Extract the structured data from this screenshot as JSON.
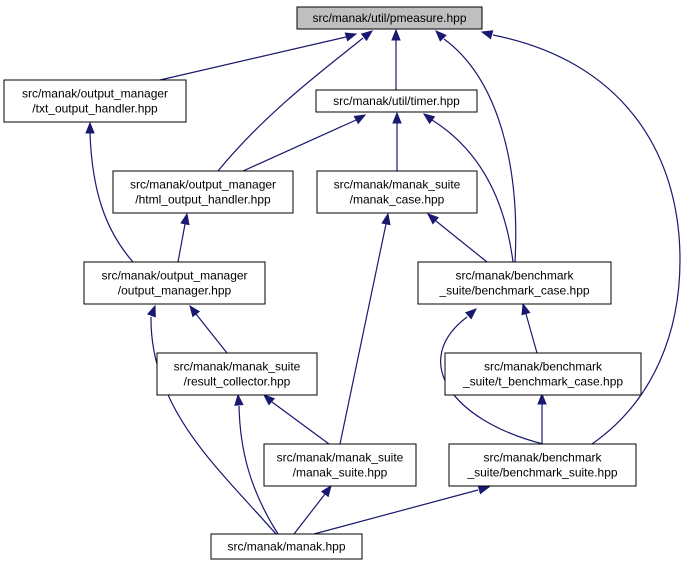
{
  "nodes": [
    {
      "id": "pmeasure",
      "lines": [
        "src/manak/util/pmeasure.hpp"
      ],
      "highlighted": true
    },
    {
      "id": "txt_output_handler",
      "lines": [
        "src/manak/output_manager",
        "/txt_output_handler.hpp"
      ]
    },
    {
      "id": "timer",
      "lines": [
        "src/manak/util/timer.hpp"
      ]
    },
    {
      "id": "html_output_handler",
      "lines": [
        "src/manak/output_manager",
        "/html_output_handler.hpp"
      ]
    },
    {
      "id": "manak_case",
      "lines": [
        "src/manak/manak_suite",
        "/manak_case.hpp"
      ]
    },
    {
      "id": "output_manager",
      "lines": [
        "src/manak/output_manager",
        "/output_manager.hpp"
      ]
    },
    {
      "id": "benchmark_case",
      "lines": [
        "src/manak/benchmark",
        "_suite/benchmark_case.hpp"
      ]
    },
    {
      "id": "result_collector",
      "lines": [
        "src/manak/manak_suite",
        "/result_collector.hpp"
      ]
    },
    {
      "id": "t_benchmark_case",
      "lines": [
        "src/manak/benchmark",
        "_suite/t_benchmark_case.hpp"
      ]
    },
    {
      "id": "manak_suite",
      "lines": [
        "src/manak/manak_suite",
        "/manak_suite.hpp"
      ]
    },
    {
      "id": "benchmark_suite",
      "lines": [
        "src/manak/benchmark",
        "_suite/benchmark_suite.hpp"
      ]
    },
    {
      "id": "manak",
      "lines": [
        "src/manak/manak.hpp"
      ]
    }
  ],
  "edges": [
    {
      "from": "txt_output_handler",
      "to": "pmeasure"
    },
    {
      "from": "timer",
      "to": "pmeasure"
    },
    {
      "from": "html_output_handler",
      "to": "pmeasure"
    },
    {
      "from": "benchmark_case",
      "to": "pmeasure"
    },
    {
      "from": "benchmark_suite",
      "to": "pmeasure"
    },
    {
      "from": "output_manager",
      "to": "txt_output_handler"
    },
    {
      "from": "html_output_handler",
      "to": "timer"
    },
    {
      "from": "manak_case",
      "to": "timer"
    },
    {
      "from": "benchmark_case",
      "to": "timer"
    },
    {
      "from": "output_manager",
      "to": "html_output_handler"
    },
    {
      "from": "manak_suite",
      "to": "manak_case"
    },
    {
      "from": "benchmark_case",
      "to": "manak_case"
    },
    {
      "from": "result_collector",
      "to": "output_manager"
    },
    {
      "from": "manak",
      "to": "output_manager"
    },
    {
      "from": "t_benchmark_case",
      "to": "benchmark_case"
    },
    {
      "from": "benchmark_suite",
      "to": "benchmark_case"
    },
    {
      "from": "manak_suite",
      "to": "result_collector"
    },
    {
      "from": "manak",
      "to": "result_collector"
    },
    {
      "from": "benchmark_suite",
      "to": "t_benchmark_case"
    },
    {
      "from": "manak",
      "to": "manak_suite"
    },
    {
      "from": "manak",
      "to": "benchmark_suite"
    }
  ]
}
